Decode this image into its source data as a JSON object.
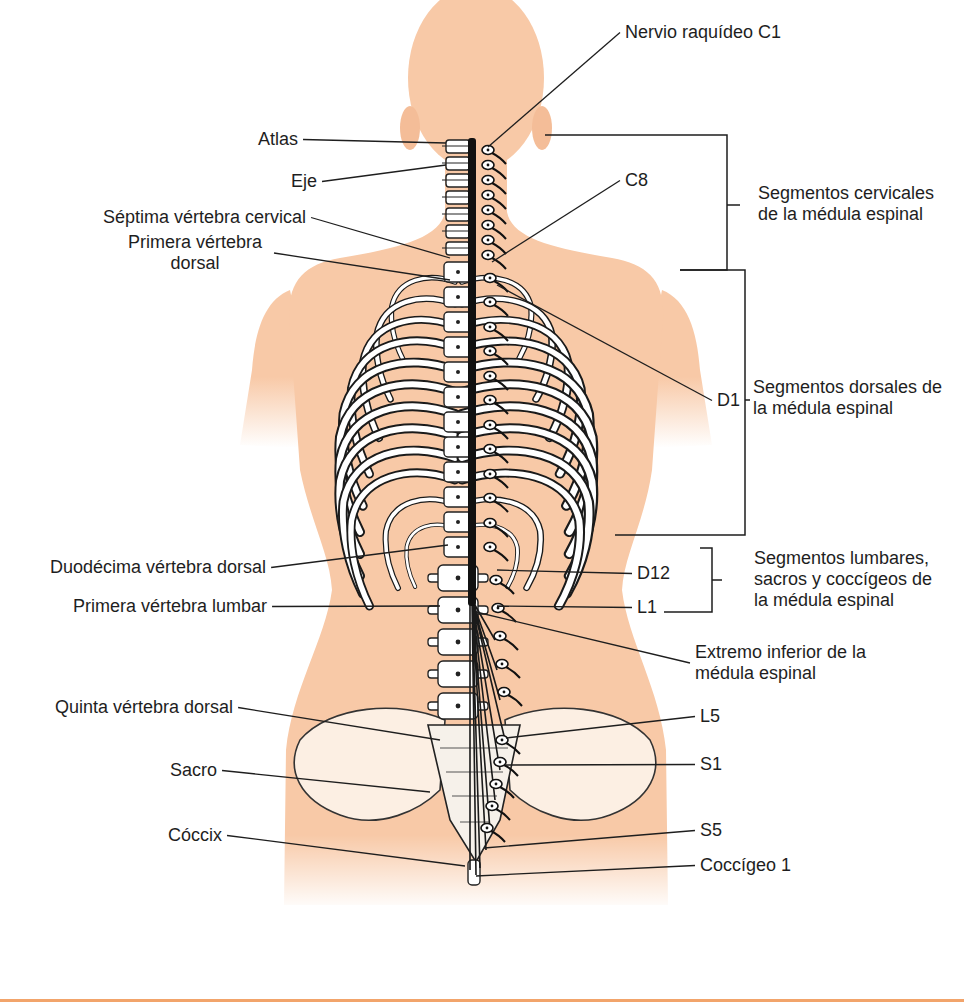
{
  "diagram": {
    "labels": [
      "Nervio raquídeo C1",
      "Atlas",
      "Eje",
      "C8",
      "Segmentos cervicales de la médula espinal",
      "Séptima vértebra cervical",
      "Primera vértebra dorsal",
      "D1",
      "Segmentos dorsales de la médula espinal",
      "Duodécima vértebra dorsal",
      "D12",
      "Segmentos lumbares, sacros y coccígeos de la médula espinal",
      "Primera vértebra lumbar",
      "L1",
      "Extremo inferior de la médula espinal",
      "Quinta vértebra dorsal",
      "L5",
      "Sacro",
      "S1",
      "Cóccix",
      "S5",
      "Coccígeo 1"
    ]
  }
}
